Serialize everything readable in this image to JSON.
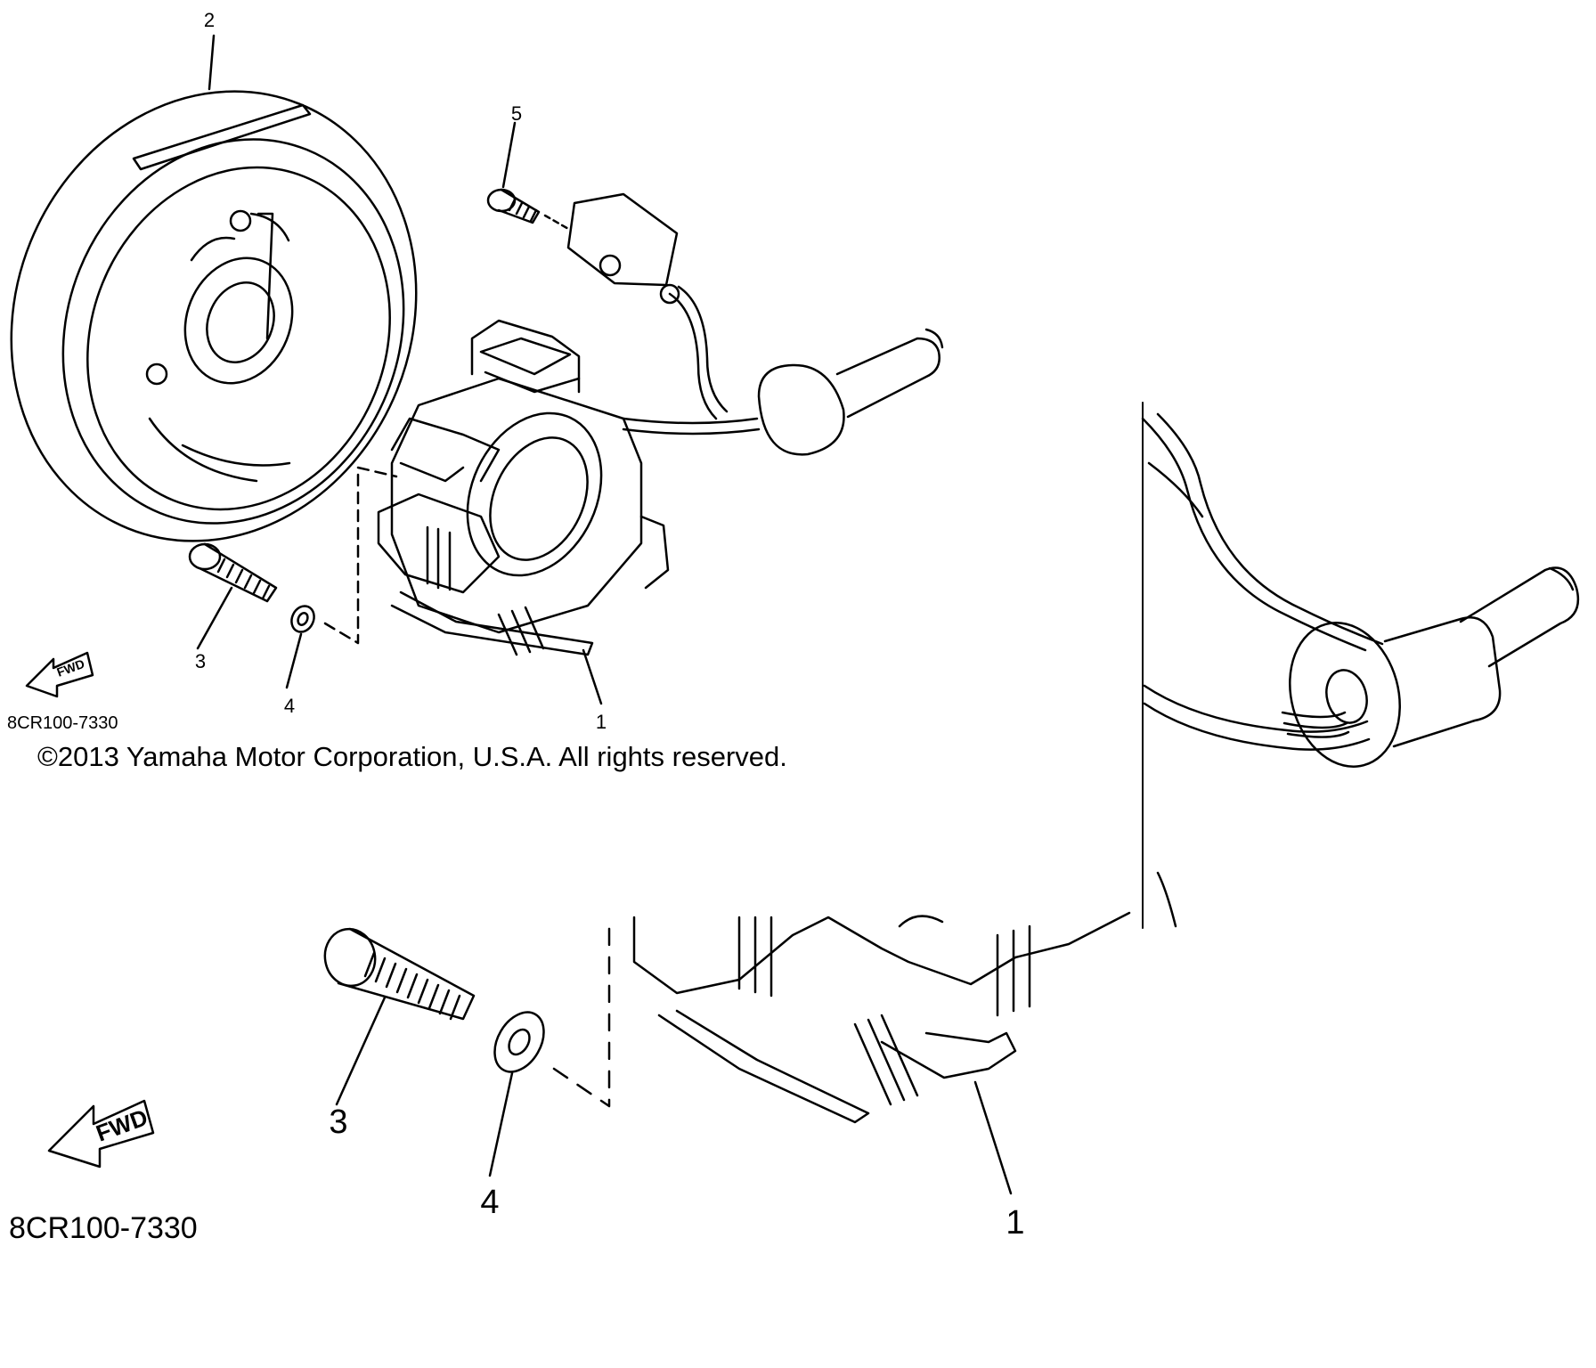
{
  "diagram": {
    "callouts": [
      "1",
      "2",
      "3",
      "4",
      "5"
    ],
    "fwd_label": "FWD",
    "part_code": "8CR100-7330",
    "copyright": "©2013 Yamaha Motor Corporation, U.S.A. All rights reserved."
  },
  "zoom_bottom": {
    "callouts": [
      "3",
      "4",
      "1"
    ],
    "fwd_label": "FWD",
    "part_code": "8CR100-7330"
  }
}
